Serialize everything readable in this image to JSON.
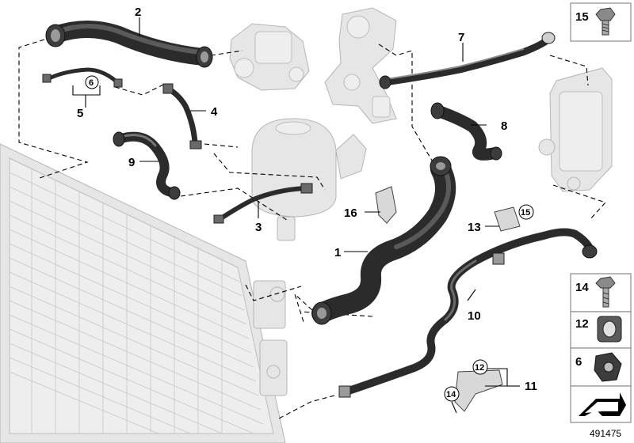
{
  "diagram_ref": "491475",
  "callouts": {
    "c1": "1",
    "c2": "2",
    "c3": "3",
    "c4": "4",
    "c5": "5",
    "c6_circle": "6",
    "c7": "7",
    "c8": "8",
    "c9": "9",
    "c10": "10",
    "c11": "11",
    "c12_circle": "12",
    "c13": "13",
    "c14_circle": "14",
    "c15_circle": "15",
    "c16": "16"
  },
  "legend": [
    {
      "number": "15"
    },
    {
      "number": "14"
    },
    {
      "number": "12"
    },
    {
      "number": "6"
    }
  ],
  "colors": {
    "hose_dark": "#2b2b2b",
    "hose_mid": "#5a5a5a",
    "hose_light": "#9a9a9a",
    "ghost_fill": "#e6e6e6",
    "ghost_stroke": "#b5b5b5",
    "box_border": "#8a8a8a"
  }
}
